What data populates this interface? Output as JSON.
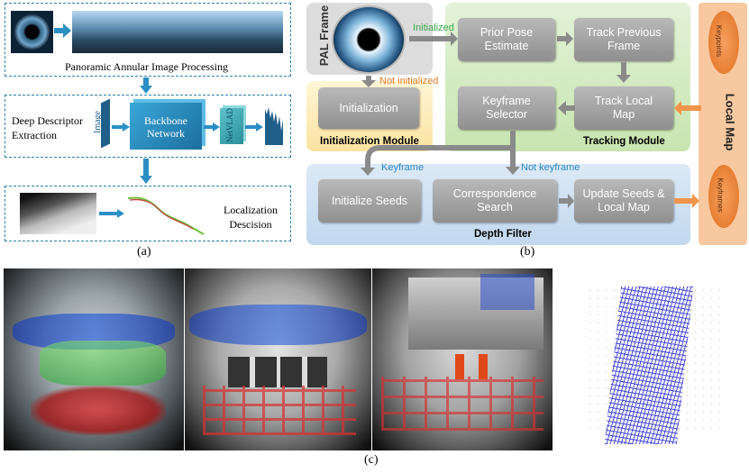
{
  "panel_a": {
    "caption": "(a)",
    "step1": "Panoramic Annular Image Processing",
    "step2": "Deep Descriptor Extraction",
    "image_label": "Image",
    "backbone": "Backbone Network",
    "netvlad": "NetVLAD",
    "step3": "Localization Descision"
  },
  "panel_b": {
    "caption": "(b)",
    "pal_frame": "PAL Frame",
    "initialized": "Initialized",
    "not_initialized": "Not initialized",
    "initialization": "Initialization",
    "initialization_module": "Initialization Module",
    "prior_pose": "Prior Pose Estimate",
    "track_prev": "Track Previous Frame",
    "track_local": "Track Local Map",
    "keyframe_selector": "Keyframe Selector",
    "tracking_module": "Tracking Module",
    "keyframe": "Keyframe",
    "not_keyframe": "Not keyframe",
    "init_seeds": "Initialize Seeds",
    "corr_search": "Correspondence Search",
    "update_seeds": "Update Seeds & Local Map",
    "depth_filter": "Depth Filter",
    "local_map": "Local Map",
    "keypoints": "Keypoints",
    "keyframes": "Keyframes"
  },
  "panel_c": {
    "caption": "(c)"
  },
  "colors": {
    "dash_blue": "#2b7fa8",
    "arrow_blue": "#2a8fc6",
    "init_bg": "#fbe8a6",
    "tracking_bg": "#cfe8b9",
    "depth_bg": "#c9ddf1",
    "localmap_bg": "#f9c9a3",
    "orange": "#f08a3a",
    "green_text": "#3aa64a",
    "orange_text": "#e07b2a",
    "blue_text": "#2a86c6"
  }
}
